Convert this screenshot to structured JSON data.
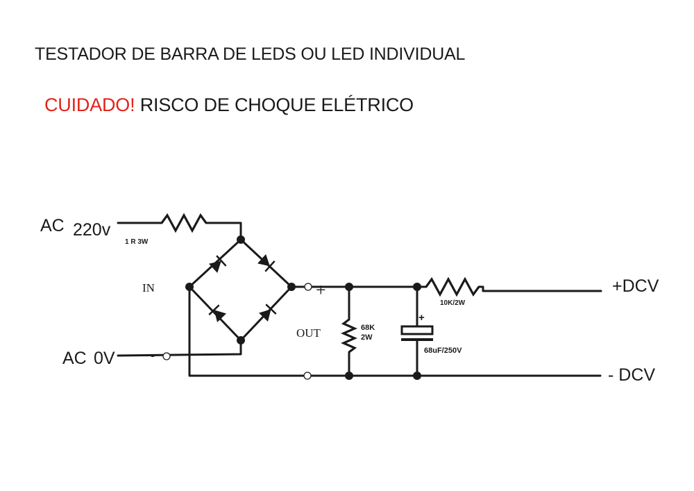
{
  "header": {
    "title": "TESTADOR DE BARRA DE LEDS  OU LED INDIVIDUAL",
    "warning_alert": "CUIDADO!",
    "warning_text": " RISCO DE CHOQUE ELÉTRICO",
    "alert_color": "#e2231a"
  },
  "diagram": {
    "input_ac_line": {
      "prefix": "AC",
      "value": "220v"
    },
    "input_ac_neutral": {
      "prefix": "AC",
      "value": "0V"
    },
    "neutral_symbol": "~",
    "in_label": "IN",
    "out_label": "OUT",
    "plus_symbol": "+",
    "series_resistor": "1 R 3W",
    "bleeder_resistor": {
      "value": "68K",
      "power": "2W"
    },
    "output_resistor": "10K/2W",
    "capacitor": {
      "polarity": "+",
      "value": "68uF/250V"
    },
    "output_positive": "+DCV",
    "output_negative": "- DCV"
  }
}
